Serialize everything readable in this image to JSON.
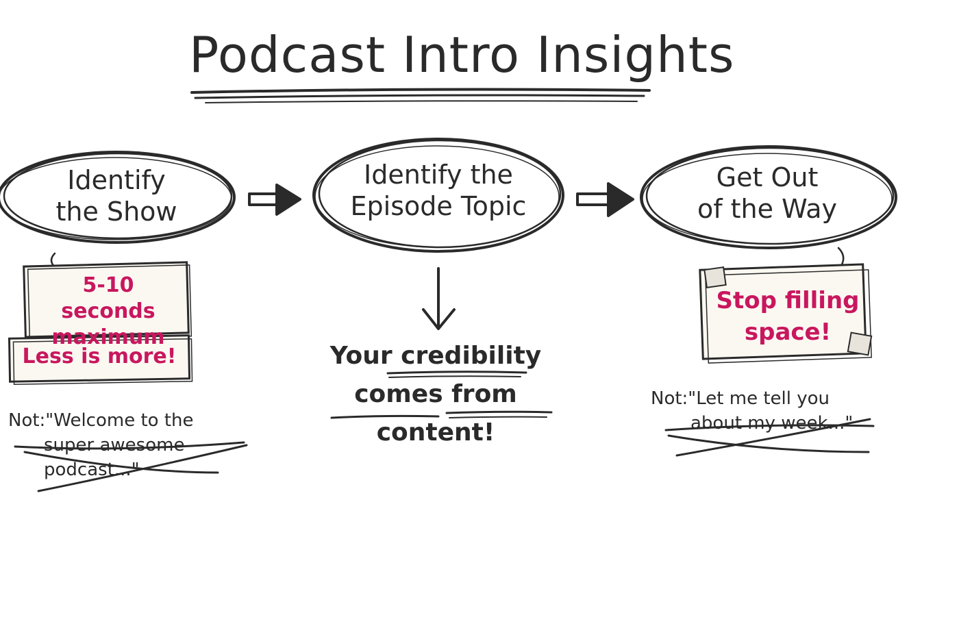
{
  "title": "Podcast Intro Insights",
  "steps": [
    {
      "line1": "Identify",
      "line2": "the Show"
    },
    {
      "line1": "Identify the",
      "line2": "Episode Topic"
    },
    {
      "line1": "Get Out",
      "line2": "of the Way"
    }
  ],
  "notes": {
    "step1_card1": {
      "line1": "5-10 seconds",
      "line2": "maximum"
    },
    "step1_card2": "Less is more!",
    "step1_not": {
      "line1": "Not:\"Welcome to the",
      "line2": "super awesome podcast...\""
    },
    "step2_takeaway": {
      "line1": "Your credibility",
      "line2": "comes from content!"
    },
    "step3_card": {
      "line1": "Stop filling",
      "line2": "space!"
    },
    "step3_not": {
      "line1": "Not:\"Let me tell you",
      "line2": "about my week...\""
    }
  },
  "colors": {
    "ink": "#2a2a2a",
    "accent": "#c8175e",
    "card": "#fbf8f1"
  }
}
